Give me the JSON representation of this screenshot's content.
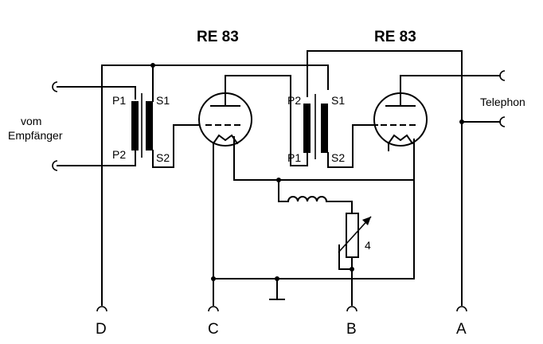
{
  "tubes": [
    {
      "title": "RE 83"
    },
    {
      "title": "RE 83"
    }
  ],
  "input_label": [
    "vom",
    "Empfänger"
  ],
  "output_label": "Telephon",
  "transformer1": {
    "p_top": "P1",
    "p_bottom": "P2",
    "s_top": "S1",
    "s_bottom": "S2"
  },
  "transformer2": {
    "p_top": "P2",
    "p_bottom": "P1",
    "s_top": "S1",
    "s_bottom": "S2"
  },
  "resistor_label": "4",
  "terminals": {
    "d": "D",
    "c": "C",
    "b": "B",
    "a": "A"
  }
}
